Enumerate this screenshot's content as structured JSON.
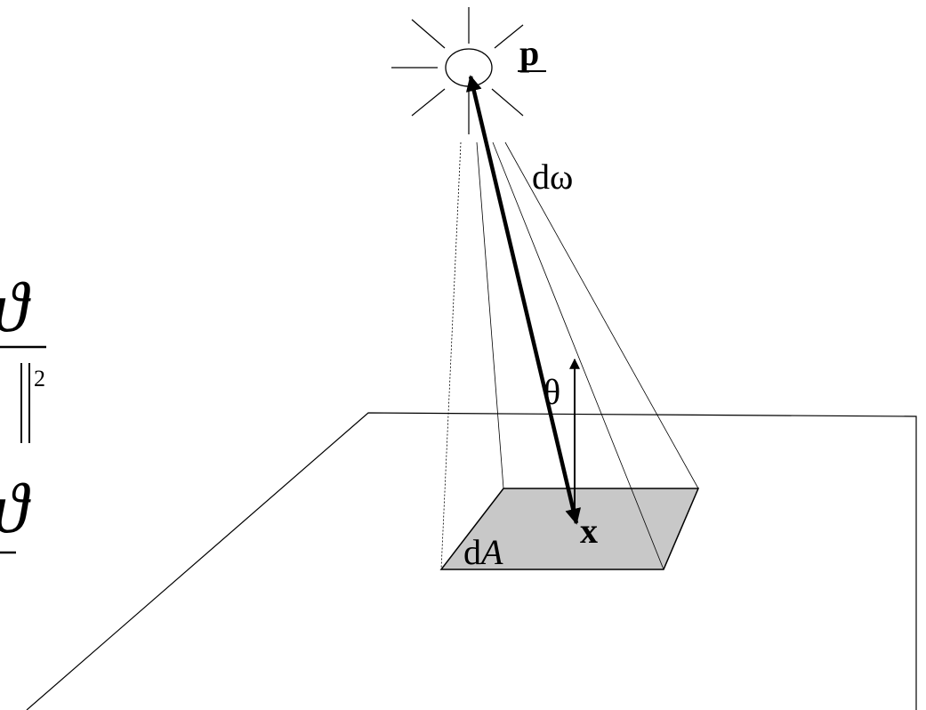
{
  "labels": {
    "point_p": "p",
    "solid_angle": "dω",
    "angle": "θ",
    "point_x": "x",
    "area_d": "d",
    "area_A": "A"
  },
  "equation_fragment": {
    "theta_top": "ϑ",
    "exponent": "2",
    "theta_bottom": "ϑ"
  },
  "colors": {
    "stroke": "#000000",
    "patch_fill": "#c8c8c8",
    "background": "#ffffff"
  }
}
